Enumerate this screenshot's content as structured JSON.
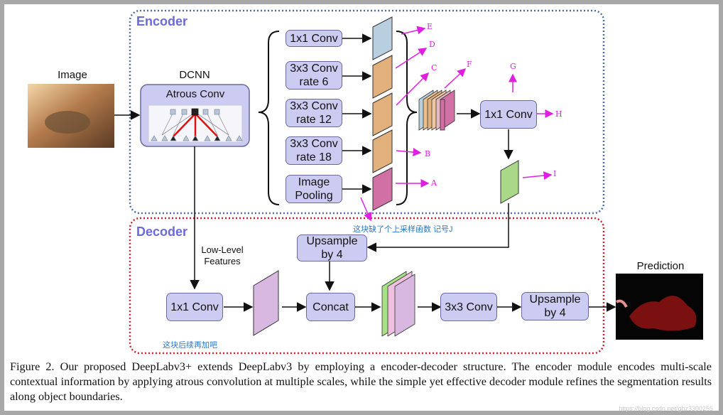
{
  "regions": {
    "encoder": "Encoder",
    "decoder": "Decoder"
  },
  "image_label": "Image",
  "dcnn_label": "DCNN",
  "atrous_conv": "Atrous Conv",
  "branches": {
    "b1": [
      "1x1 Conv"
    ],
    "b2": [
      "3x3 Conv",
      "rate 6"
    ],
    "b3": [
      "3x3 Conv",
      "rate 12"
    ],
    "b4": [
      "3x3 Conv",
      "rate 18"
    ],
    "b5": [
      "Image",
      "Pooling"
    ]
  },
  "enc_out_conv": "1x1 Conv",
  "upsample1": [
    "Upsample",
    "by 4"
  ],
  "low_level": [
    "Low-Level",
    "Features"
  ],
  "dec_conv1x1": "1x1 Conv",
  "concat": "Concat",
  "dec_conv3x3": "3x3 Conv",
  "upsample2": [
    "Upsample",
    "by 4"
  ],
  "prediction": "Prediction",
  "annotations": {
    "A": "A",
    "B": "B",
    "C": "C",
    "D": "D",
    "E": "E",
    "F": "F",
    "G": "G",
    "H": "H",
    "I": "I"
  },
  "note_pool": "这块缺了个上采样函数 记号J",
  "note_decoder": "这块后续再加吧",
  "caption": "Figure 2. Our proposed DeepLabv3+ extends DeepLabv3 by employing a encoder-decoder structure. The encoder module encodes multi-scale contextual information by applying atrous convolution at multiple scales, while the simple yet effective decoder module refines the segmentation results along object boundaries.",
  "watermark": "https://blog.csdn.net/gbz3300255",
  "colors": {
    "annotation": "#e020e0",
    "encoder_border": "#4a6ea8",
    "decoder_border": "#d02030",
    "node_fill": "#ccccf2"
  }
}
